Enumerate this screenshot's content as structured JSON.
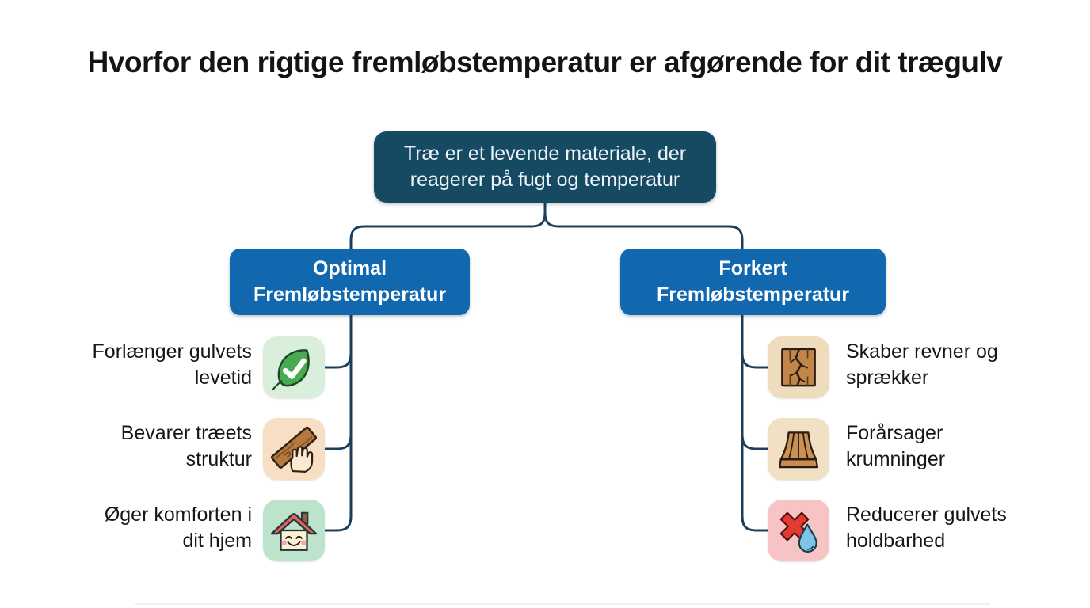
{
  "title": "Hvorfor den rigtige fremløbstemperatur er afgørende for dit trægulv",
  "root_node": {
    "line1": "Træ er et levende materiale, der",
    "line2": "reagerer på fugt og temperatur"
  },
  "branches": {
    "left": {
      "label_line1": "Optimal",
      "label_line2": "Fremløbstemperatur",
      "items": [
        {
          "line1": "Forlænger gulvets",
          "line2": "levetid",
          "icon": "leaf-check-icon"
        },
        {
          "line1": "Bevarer træets",
          "line2": "struktur",
          "icon": "wood-hand-icon"
        },
        {
          "line1": "Øger komforten i",
          "line2": "dit hjem",
          "icon": "happy-house-icon"
        }
      ]
    },
    "right": {
      "label_line1": "Forkert",
      "label_line2": "Fremløbstemperatur",
      "items": [
        {
          "line1": "Skaber revner og",
          "line2": "sprækker",
          "icon": "cracked-wood-icon"
        },
        {
          "line1": "Forårsager",
          "line2": "krumninger",
          "icon": "warped-wood-icon"
        },
        {
          "line1": "Reducerer gulvets",
          "line2": "holdbarhed",
          "icon": "x-droplet-icon"
        }
      ]
    }
  },
  "colors": {
    "page_bg": "#ffffff",
    "root_box": "#164a63",
    "branch_box": "#1268ae",
    "connector": "#1c3e5a",
    "text": "#161616",
    "icon_bg_green": "#d9efdc",
    "icon_bg_peach": "#f7dfc4",
    "icon_bg_mint": "#bce4cd",
    "icon_bg_tan": "#eedcbd",
    "icon_bg_tan2": "#f2e0c5",
    "icon_bg_pink": "#f6c4c4"
  }
}
